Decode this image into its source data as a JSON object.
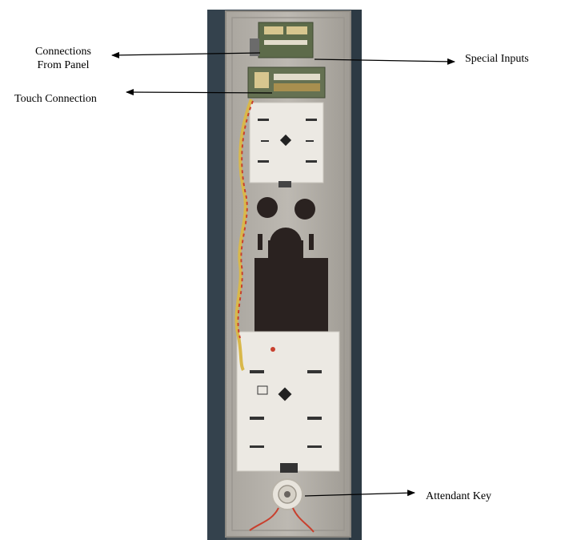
{
  "labels": {
    "connections_from_panel_line1": "Connections",
    "connections_from_panel_line2": "From Panel",
    "touch_connection": "Touch Connection",
    "special_inputs": "Special Inputs",
    "attendant_key": "Attendant Key"
  },
  "colors": {
    "background": "#ffffff",
    "side_background": "#3c4a55",
    "panel_metal": "#b7b3ab",
    "panel_border": "#8e8a83",
    "board_white": "#ece9e3",
    "board_green": "#5d6b4a",
    "cutout_dark": "#2a2220",
    "wire_yellow": "#d9b84a",
    "wire_red": "#c8402e",
    "arrow": "#000000"
  }
}
